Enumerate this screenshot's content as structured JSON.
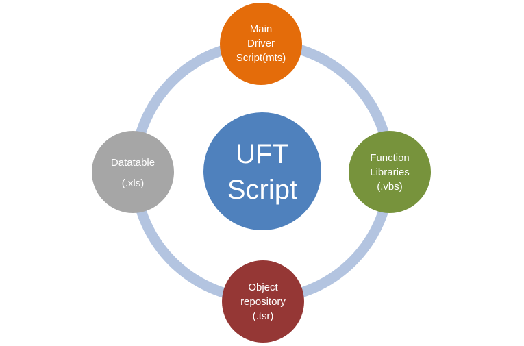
{
  "center": {
    "line1": "UFT",
    "line2": "Script",
    "color": "#4f81bd"
  },
  "ring": {
    "color": "#b3c4e0"
  },
  "nodes": {
    "top": {
      "lines": [
        "Main",
        "Driver",
        "Script(mts)"
      ],
      "color": "#e46c0a"
    },
    "right": {
      "lines": [
        "Function",
        "Libraries",
        "(.vbs)"
      ],
      "color": "#77933c"
    },
    "bottom": {
      "lines": [
        "Object",
        "repository",
        "(.tsr)"
      ],
      "color": "#953735"
    },
    "left": {
      "lines": [
        "Datatable",
        "(.xls)"
      ],
      "color": "#a6a6a6"
    }
  }
}
